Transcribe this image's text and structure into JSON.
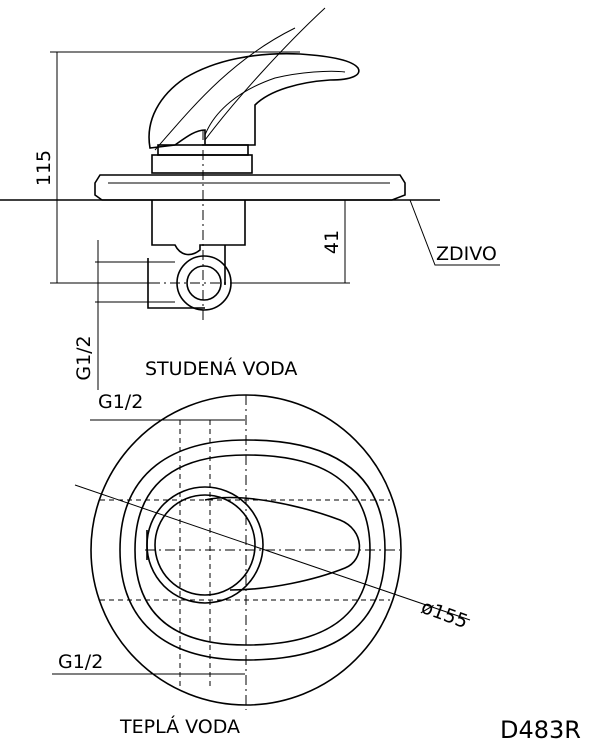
{
  "drawing": {
    "dim_height_total": "115",
    "dim_height_body": "41",
    "wall_label": "ZDIVO",
    "thread_side": "G1/2",
    "cold_label": "STUDENÁ VODA",
    "thread_top": "G1/2",
    "diameter_label": "ø155",
    "thread_bottom": "G1/2",
    "hot_label": "TEPLÁ VODA",
    "product_code": "D483R"
  }
}
